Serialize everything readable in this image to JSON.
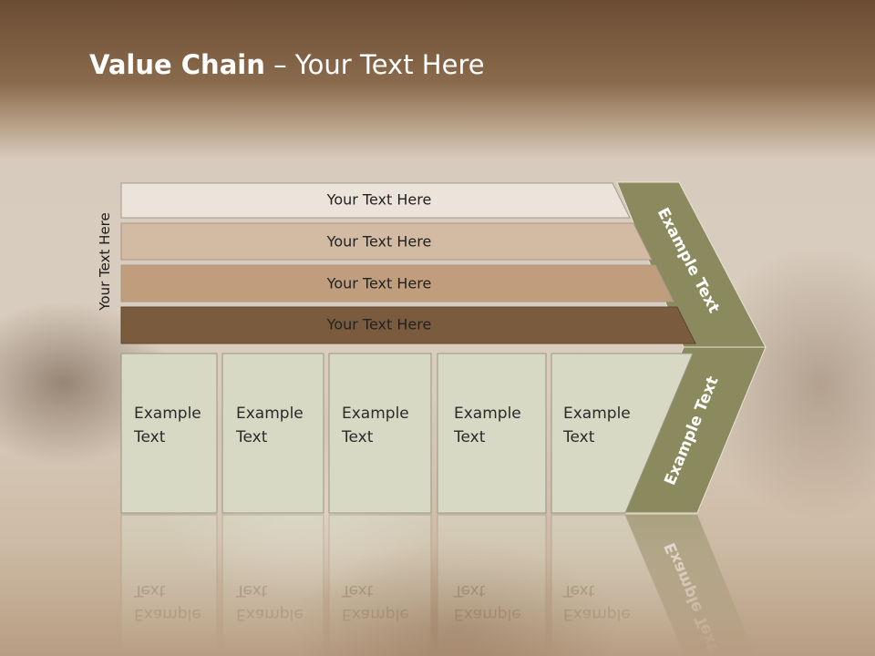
{
  "title": {
    "bold": "Value Chain",
    "rest": " – Your Text Here"
  },
  "side_label": "Your Text Here",
  "bars": [
    {
      "label": "Your Text Here",
      "fill": "#ece4db"
    },
    {
      "label": "Your Text Here",
      "fill": "#d3bba3"
    },
    {
      "label": "Your Text Here",
      "fill": "#bf9d7d"
    },
    {
      "label": "Your Text Here",
      "fill": "#7a5b3e"
    }
  ],
  "boxes": [
    {
      "line1": "Example",
      "line2": "Text"
    },
    {
      "line1": "Example",
      "line2": "Text"
    },
    {
      "line1": "Example",
      "line2": "Text"
    },
    {
      "line1": "Example",
      "line2": "Text"
    },
    {
      "line1": "Example",
      "line2": "Text"
    }
  ],
  "chevron": {
    "upper_label": "Example Text",
    "lower_label": "Example Text",
    "fill": "#8a8a5e"
  },
  "colors": {
    "box_fill": "#d8d9c5",
    "box_stroke": "#9a9484"
  }
}
